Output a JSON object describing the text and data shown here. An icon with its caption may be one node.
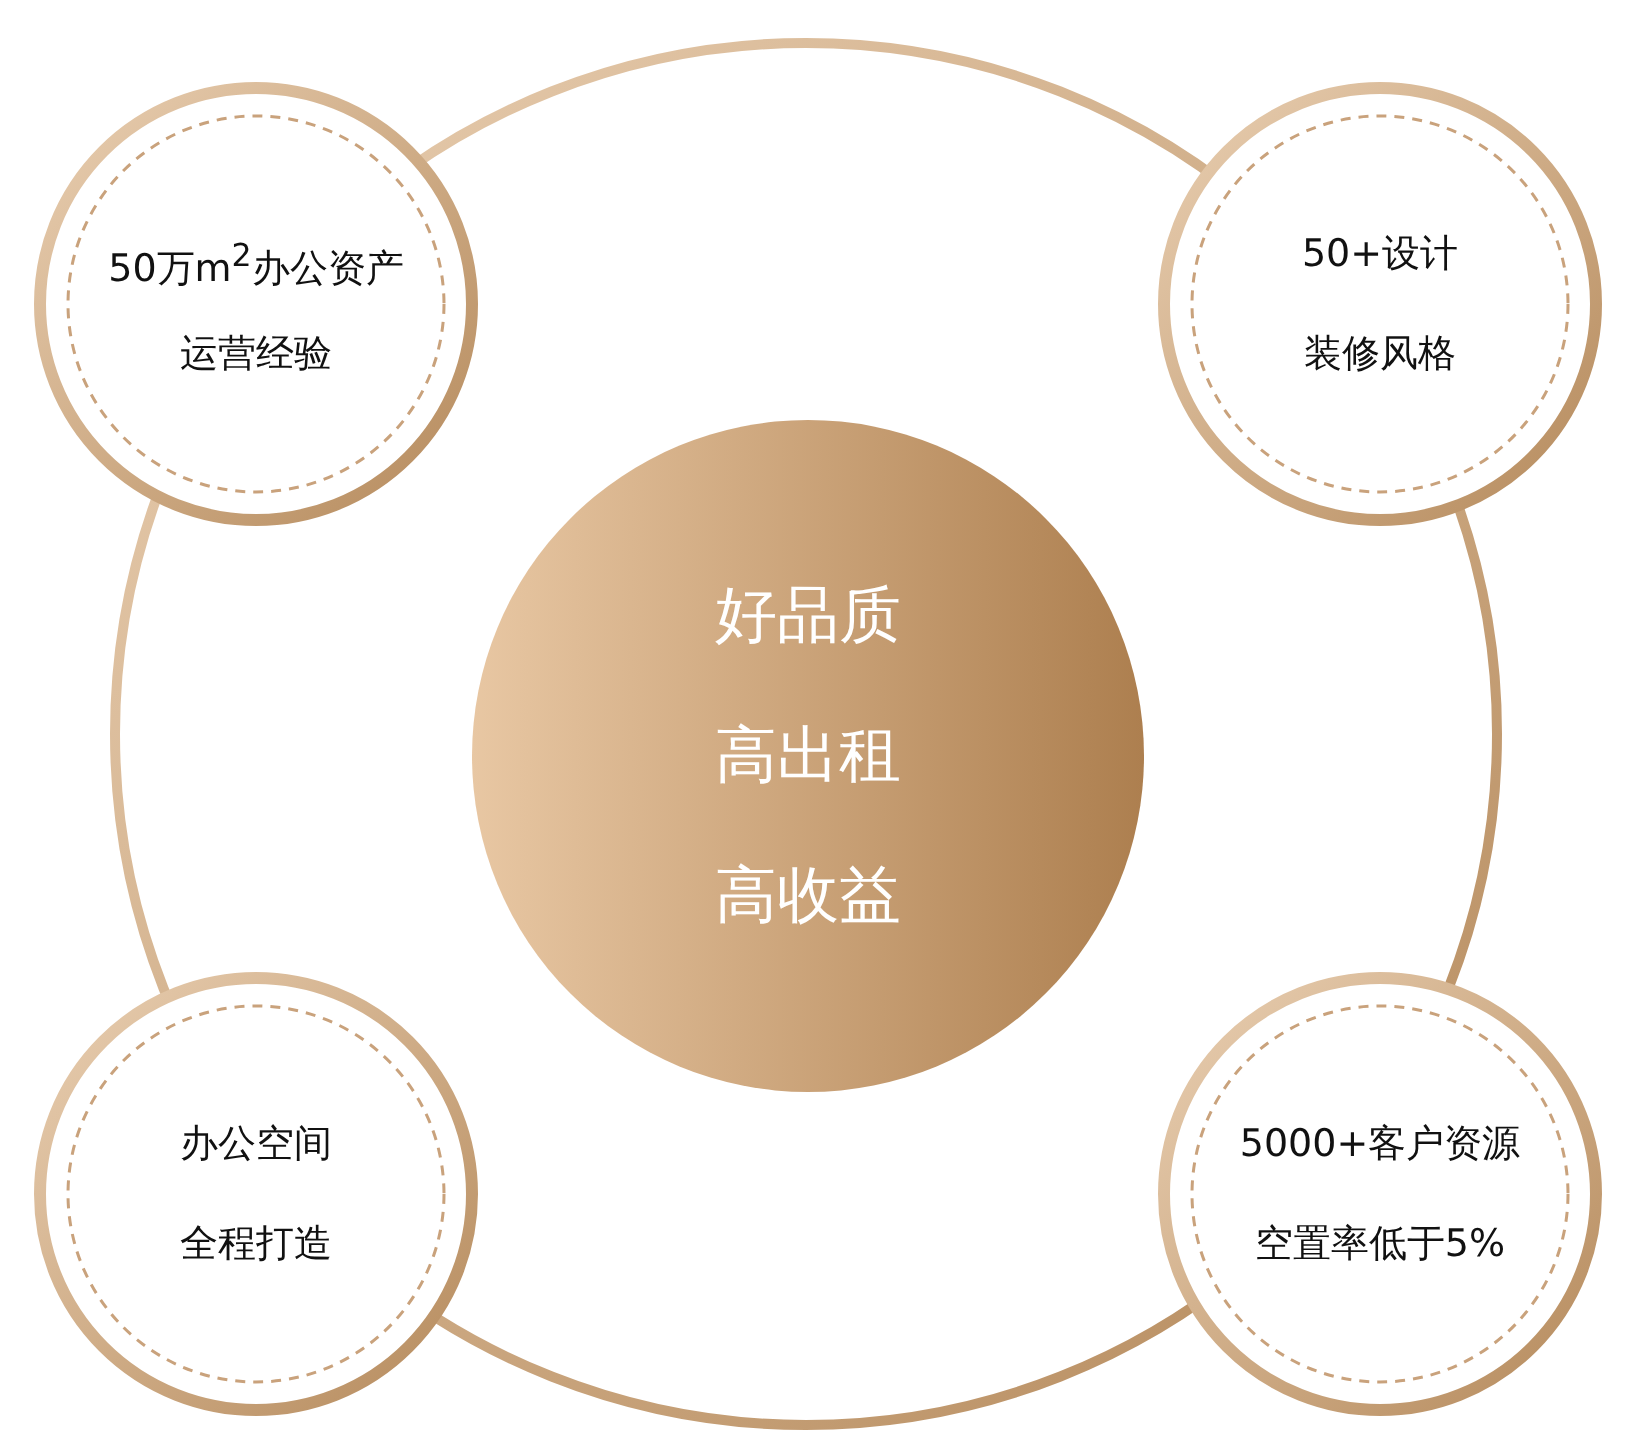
{
  "diagram": {
    "nodes": [
      {
        "text": [],
        "shape": "circle"
      },
      {
        "text": [
          "好品质",
          "高出租",
          "高收益"
        ],
        "in": 0
      },
      {
        "text": [
          "50万m$^{2}$办公资产",
          "运营经验"
        ]
      },
      {
        "text": [
          "50+设计",
          "装修风格"
        ]
      },
      {
        "text": [
          "办公空间",
          "全程打造"
        ]
      },
      {
        "text": [
          "5000+客户资源",
          "空置率低于5%"
        ]
      }
    ]
  }
}
